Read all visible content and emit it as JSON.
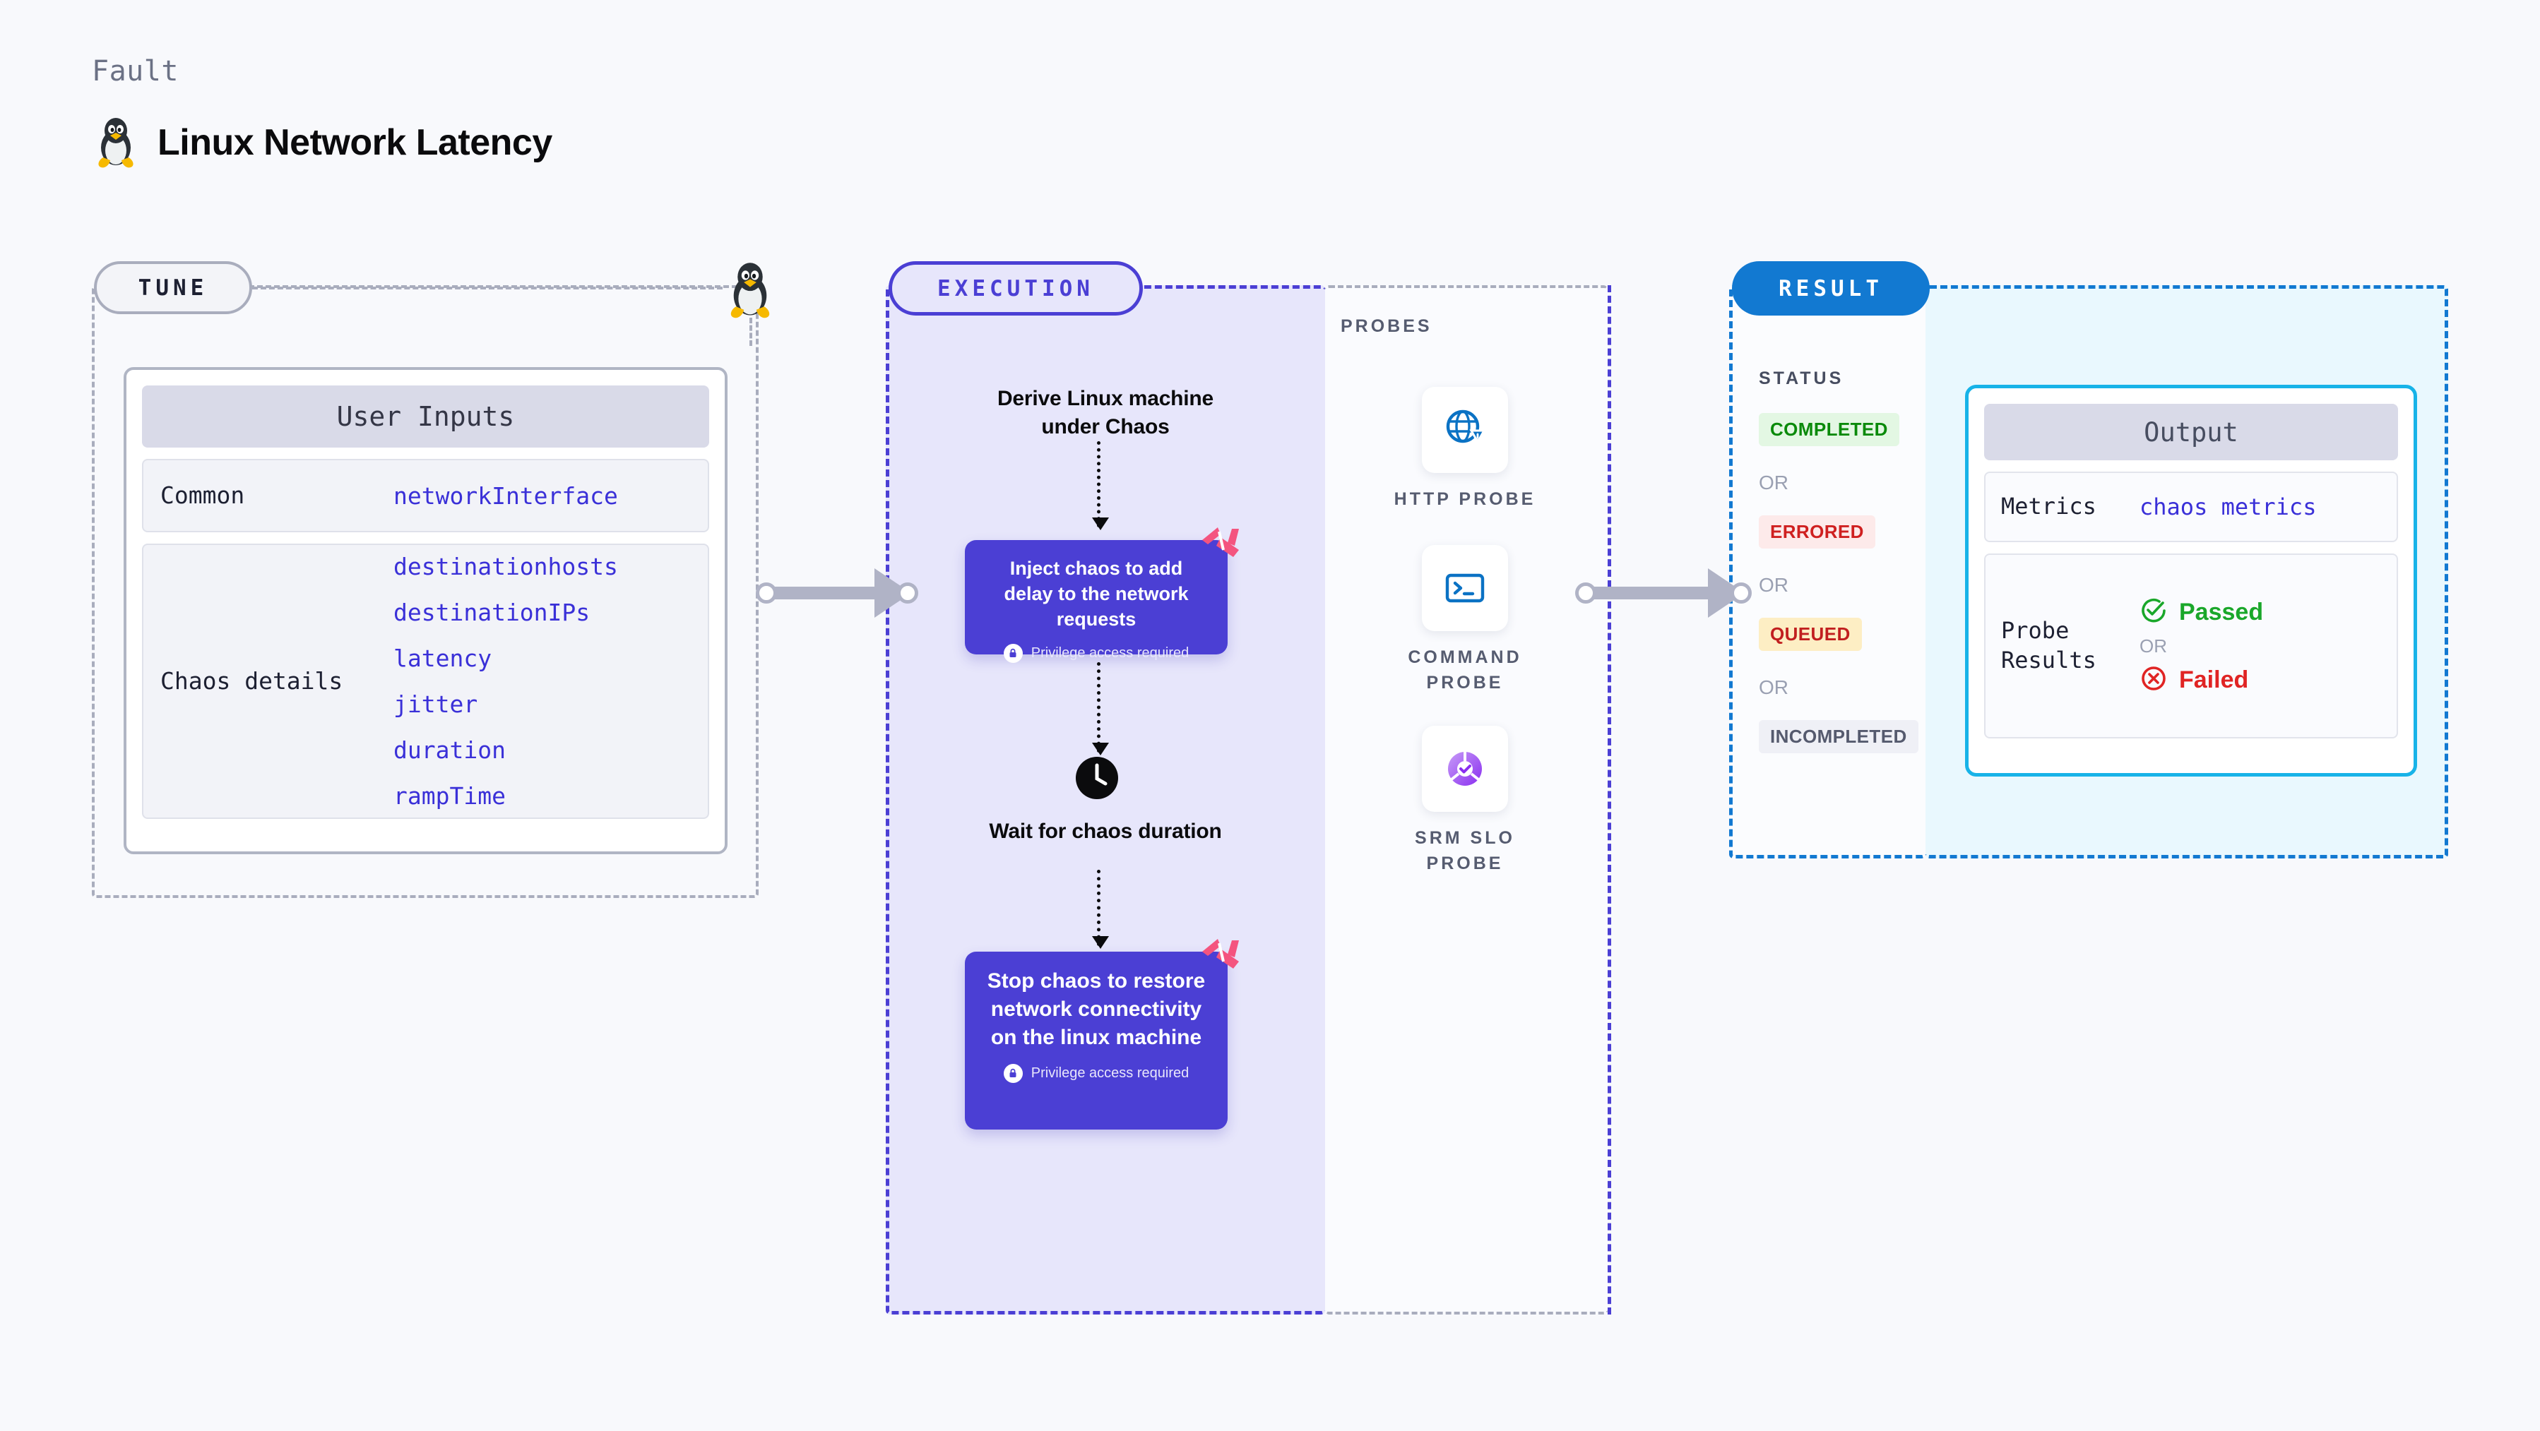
{
  "header": {
    "kicker": "Fault",
    "title": "Linux Network Latency",
    "icon": "linux-tux-icon"
  },
  "tune": {
    "pill_label": "TUNE",
    "edge_icon": "linux-tux-icon",
    "card": {
      "heading": "User Inputs",
      "sections": [
        {
          "label": "Common",
          "values": [
            "networkInterface"
          ]
        },
        {
          "label": "Chaos details",
          "values": [
            "destinationhosts",
            "destinationIPs",
            "latency",
            "jitter",
            "duration",
            "rampTime"
          ]
        }
      ]
    }
  },
  "execution": {
    "pill_label": "EXECUTION",
    "steps": [
      {
        "kind": "title",
        "text": "Derive Linux machine under Chaos"
      },
      {
        "kind": "action",
        "text": "Inject chaos to add delay to the network requests",
        "privilege": "Privilege access required",
        "badge": "harness-icon",
        "lock": "lock-icon"
      },
      {
        "kind": "title",
        "text": "Wait for chaos duration",
        "icon": "clock-icon"
      },
      {
        "kind": "action",
        "text": "Stop chaos to restore network connectivity on the linux machine",
        "privilege": "Privilege access required",
        "badge": "harness-icon",
        "lock": "lock-icon"
      }
    ]
  },
  "probes": {
    "label": "PROBES",
    "items": [
      {
        "label": "HTTP PROBE",
        "icon": "globe-warning-icon"
      },
      {
        "label": "COMMAND PROBE",
        "icon": "terminal-icon"
      },
      {
        "label": "SRM SLO PROBE",
        "icon": "srm-slo-donut-icon"
      }
    ]
  },
  "result": {
    "pill_label": "RESULT",
    "status_label": "STATUS",
    "or_label": "OR",
    "statuses": [
      {
        "label": "COMPLETED",
        "bg": "#e3f7e3",
        "fg": "#0a8a0a"
      },
      {
        "label": "ERRORED",
        "bg": "#fdeaea",
        "fg": "#cf2020"
      },
      {
        "label": "QUEUED",
        "bg": "#fdeec4",
        "fg": "#c11f1f"
      },
      {
        "label": "INCOMPLETED",
        "bg": "#eff0f6",
        "fg": "#555a6e"
      }
    ]
  },
  "output": {
    "heading": "Output",
    "metrics_key": "Metrics",
    "metrics_value": "chaos metrics",
    "probe_key": "Probe Results",
    "passed_label": "Passed",
    "or_label": "OR",
    "failed_label": "Failed"
  },
  "colors": {
    "background": "#f8f9fc",
    "tune_border": "#a9adbd",
    "execution_accent": "#4b3fd4",
    "result_accent": "#1279d1",
    "output_accent": "#17b3e8",
    "harness_pink": "#f4547f",
    "link_blue": "#3a30d8",
    "arrow_grey": "#b0b3c6"
  }
}
